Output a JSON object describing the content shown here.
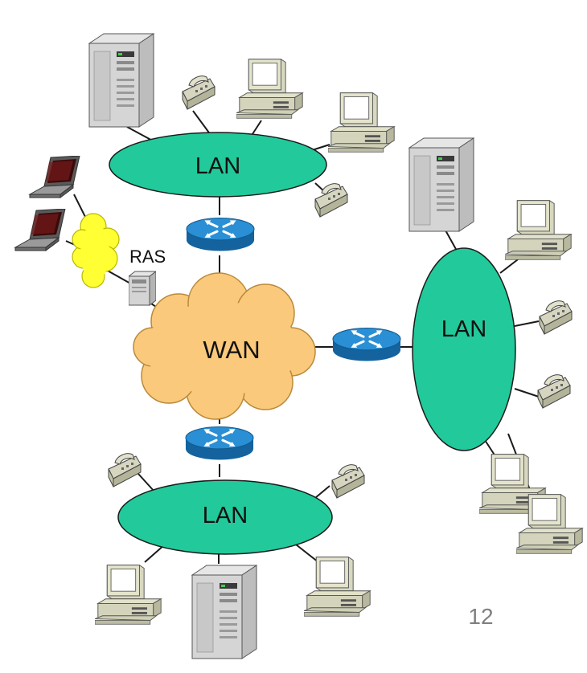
{
  "labels": {
    "lan_top": "LAN",
    "lan_right": "LAN",
    "lan_bottom": "LAN",
    "wan": "WAN",
    "ras": "RAS"
  },
  "page_number": "12",
  "colors": {
    "lan_fill": "#22c99a",
    "wan_fill": "#fbc97c",
    "dialup_cloud_fill": "#ffff33",
    "router_blue": "#1c7fc4"
  },
  "icons": [
    "server-icon",
    "desktop-computer-icon",
    "telephone-icon",
    "laptop-icon",
    "router-icon",
    "cloud-icon"
  ]
}
